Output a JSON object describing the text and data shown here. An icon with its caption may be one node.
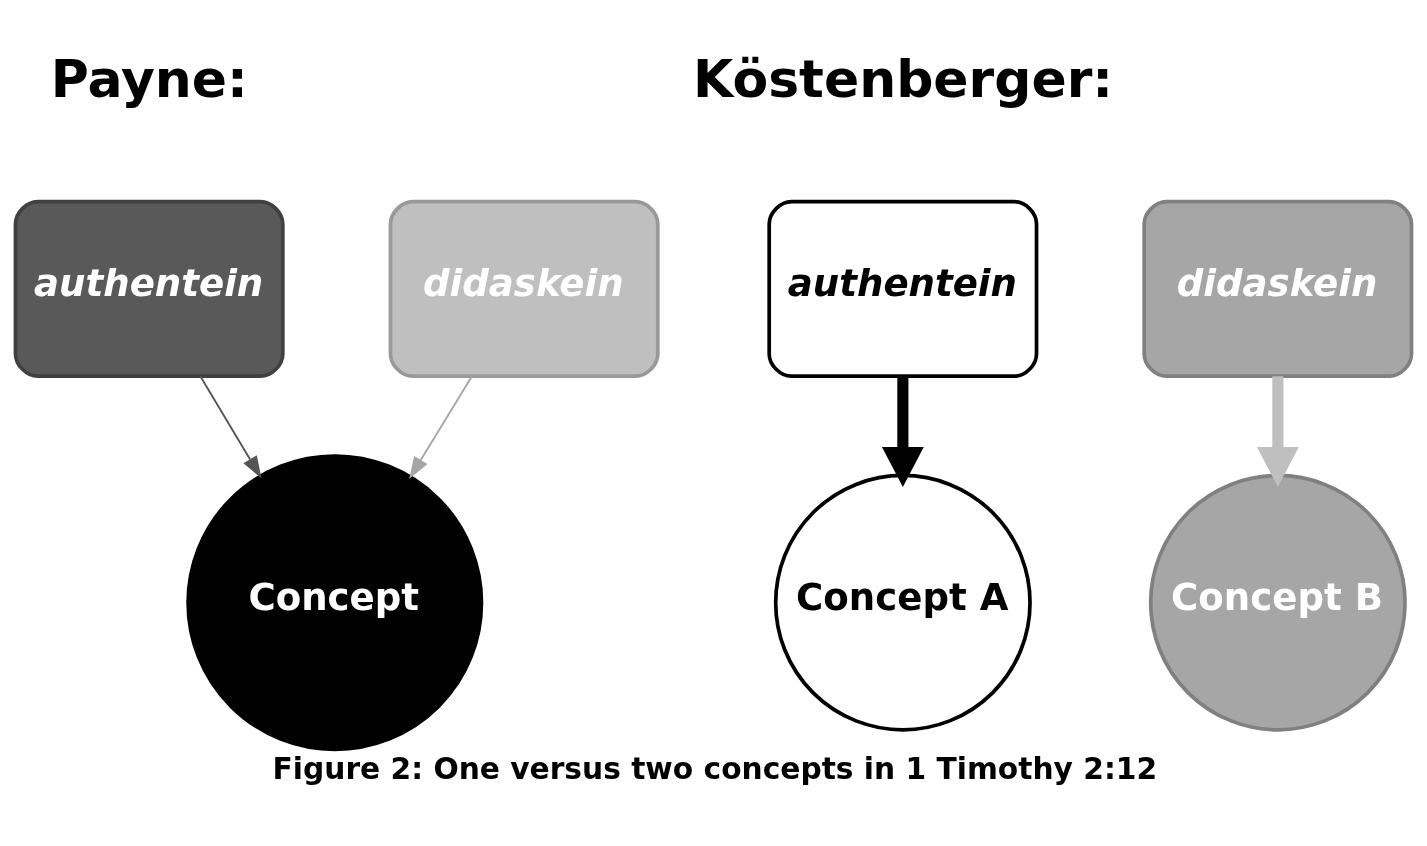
{
  "diagram": {
    "caption": "Figure 2: One versus two concepts in 1 Timothy 2:12",
    "nodes": [
      {
        "text": [
          "authentein"
        ]
      },
      {
        "text": [
          "didaskein"
        ]
      },
      {
        "text": [
          "Concept"
        ]
      },
      {
        "text": [
          "authentein"
        ]
      },
      {
        "text": [
          "didaskein"
        ]
      },
      {
        "text": [
          "Concept A"
        ]
      },
      {
        "text": [
          "Concept B"
        ]
      }
    ],
    "edges": [
      {
        "from": 0,
        "to": 2,
        "arrow": "to",
        "color": "#555555"
      },
      {
        "from": 1,
        "to": 2,
        "arrow": "to",
        "color": "#a6a6a6"
      },
      {
        "from": 3,
        "to": 5,
        "arrow": "to",
        "style": "thick",
        "color": "#000000"
      },
      {
        "from": 4,
        "to": 6,
        "arrow": "to",
        "style": "thick",
        "color": "#bfbfbf"
      }
    ],
    "labels": [
      "Payne:",
      "Köstenberger:"
    ]
  }
}
